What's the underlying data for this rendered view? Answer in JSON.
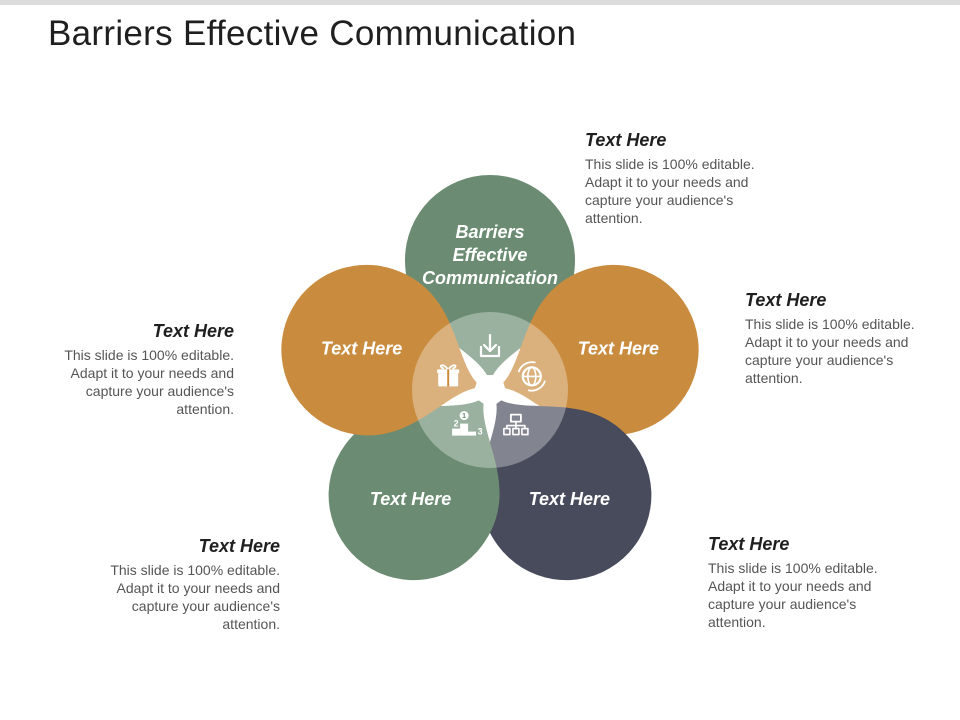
{
  "title": "Barriers Effective Communication",
  "colors": {
    "green": "#6b8c72",
    "orange": "#c98c3e",
    "navy": "#474b5c",
    "center_light": "#ffffff"
  },
  "petals": [
    {
      "id": "top",
      "lines": [
        "Barriers",
        "Effective",
        "Communication"
      ],
      "color": "green",
      "icon": "download-icon"
    },
    {
      "id": "right",
      "lines": [
        "Text Here"
      ],
      "color": "orange",
      "icon": "globe-icon"
    },
    {
      "id": "bottom-right",
      "lines": [
        "Text Here"
      ],
      "color": "navy",
      "icon": "org-chart-icon"
    },
    {
      "id": "bottom-left",
      "lines": [
        "Text Here"
      ],
      "color": "green",
      "icon": "podium-ranking-icon"
    },
    {
      "id": "left",
      "lines": [
        "Text Here"
      ],
      "color": "orange",
      "icon": "gift-icon"
    }
  ],
  "podium_labels": [
    "1",
    "2",
    "3"
  ],
  "callouts": [
    {
      "id": "top-right",
      "title": "Text Here",
      "body": "This slide is 100% editable. Adapt it to your needs and capture your audience's attention."
    },
    {
      "id": "right",
      "title": "Text Here",
      "body": "This slide is 100% editable. Adapt it to your needs and capture your audience's attention."
    },
    {
      "id": "bottom-right",
      "title": "Text Here",
      "body": "This slide is 100% editable. Adapt it to your needs and capture your audience's attention."
    },
    {
      "id": "bottom-left",
      "title": "Text Here",
      "body": "This slide is 100% editable. Adapt it to your needs and capture your audience's attention."
    },
    {
      "id": "left",
      "title": "Text Here",
      "body": "This slide is 100% editable. Adapt it to your needs and capture your audience's attention."
    }
  ]
}
